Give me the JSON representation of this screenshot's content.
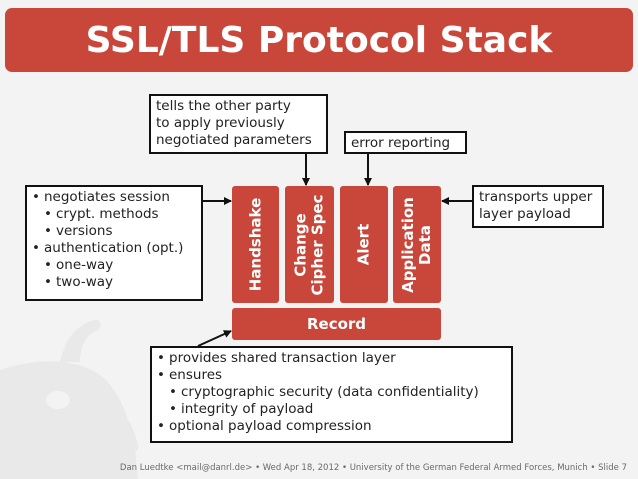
{
  "slide": {
    "title": "SSL/TLS Protocol Stack",
    "accent_color": "#c9473a"
  },
  "layers": {
    "handshake": "Handshake",
    "change_cipher_spec_line1": "Change",
    "change_cipher_spec_line2": "Cipher Spec",
    "alert": "Alert",
    "application_data_line1": "Application",
    "application_data_line2": "Data",
    "record": "Record"
  },
  "notes": {
    "change_cipher_spec": [
      "tells the other party",
      "to apply previously",
      "negotiated parameters"
    ],
    "alert": "error reporting",
    "application_data": [
      "transports upper",
      "layer payload"
    ],
    "handshake": [
      {
        "text": "negotiates session",
        "level": 1
      },
      {
        "text": "crypt. methods",
        "level": 2
      },
      {
        "text": "versions",
        "level": 2
      },
      {
        "text": "authentication (opt.)",
        "level": 1
      },
      {
        "text": "one-way",
        "level": 2
      },
      {
        "text": "two-way",
        "level": 2
      }
    ],
    "record": [
      {
        "text": "provides shared transaction layer",
        "level": 1
      },
      {
        "text": "ensures",
        "level": 1
      },
      {
        "text": "cryptographic security (data confidentiality)",
        "level": 2
      },
      {
        "text": "integrity of payload",
        "level": 2
      },
      {
        "text": "optional payload compression",
        "level": 1
      }
    ]
  },
  "footer": {
    "text": "Dan Luedtke <mail@danrl.de> • Wed Apr 18, 2012 • University of the German Federal Armed Forces, Munich • Slide 7"
  }
}
